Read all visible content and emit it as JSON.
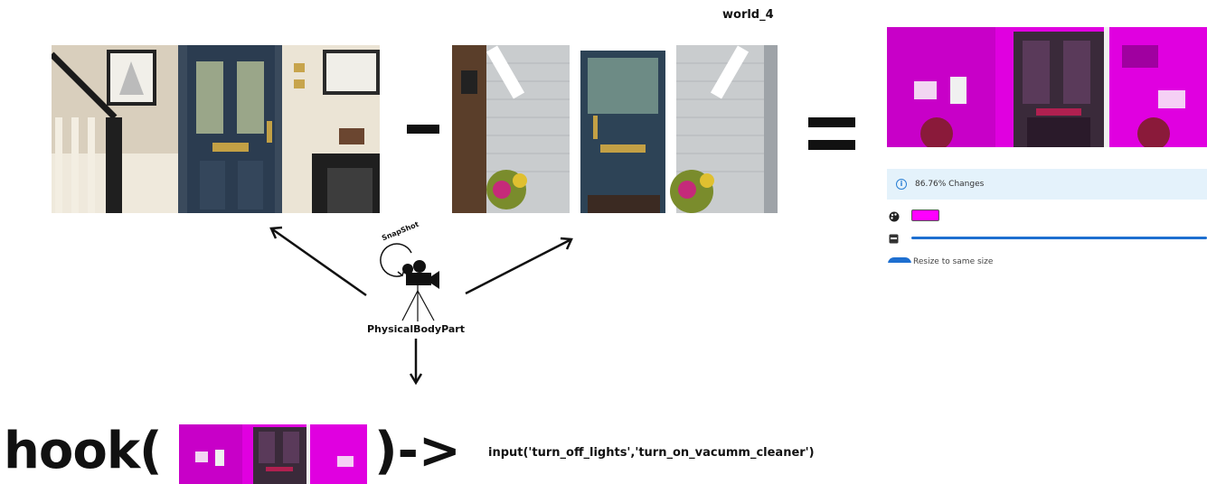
{
  "world_label": "world_4",
  "operators": {
    "minus": "-",
    "equals": "="
  },
  "diff_panel": {
    "info_text": "86.76% Changes",
    "highlight_color": "#ff00ff",
    "toggle_label_partial": "Resize to same size"
  },
  "camera": {
    "label": "PhysicalBodyPart",
    "snapshot_label": "SnapShot"
  },
  "hook": {
    "open_text": "hook(",
    "close_arrow_text": ")->",
    "call_text": "input('turn_off_lights','turn_on_vacumm_cleaner')"
  },
  "icons": [
    "info-icon",
    "palette-icon",
    "layers-icon",
    "camera-icon",
    "tripod-icon",
    "rotate-arrow-icon"
  ]
}
